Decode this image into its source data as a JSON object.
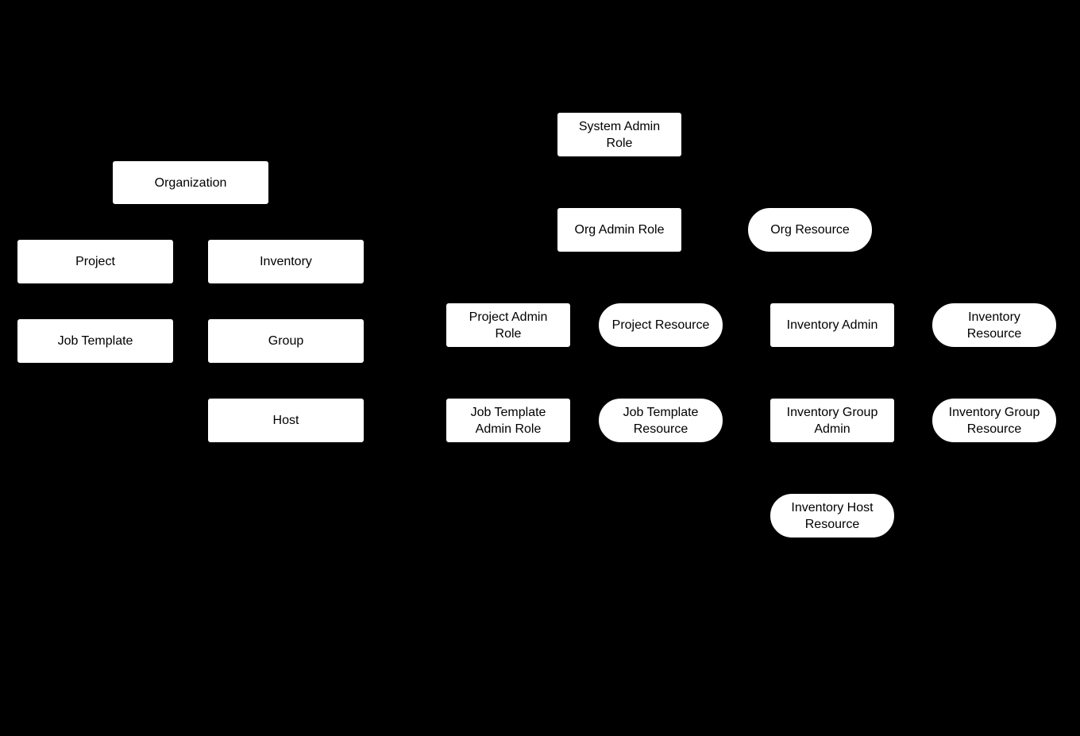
{
  "colors": {
    "background": "#000000",
    "node_fill": "#ffffff",
    "node_text": "#000000"
  },
  "nodes": {
    "organization": {
      "label": "Organization",
      "shape": "rectangle"
    },
    "project": {
      "label": "Project",
      "shape": "rectangle"
    },
    "inventory": {
      "label": "Inventory",
      "shape": "rectangle"
    },
    "job_template": {
      "label": "Job Template",
      "shape": "rectangle"
    },
    "group": {
      "label": "Group",
      "shape": "rectangle"
    },
    "host": {
      "label": "Host",
      "shape": "rectangle"
    },
    "system_admin_role": {
      "label": "System Admin\nRole",
      "shape": "rectangle"
    },
    "org_admin_role": {
      "label": "Org Admin Role",
      "shape": "rectangle"
    },
    "org_resource": {
      "label": "Org Resource",
      "shape": "pill"
    },
    "project_admin_role": {
      "label": "Project Admin\nRole",
      "shape": "rectangle"
    },
    "project_resource": {
      "label": "Project Resource",
      "shape": "pill"
    },
    "inventory_admin": {
      "label": "Inventory Admin",
      "shape": "rectangle"
    },
    "inventory_resource": {
      "label": "Inventory\nResource",
      "shape": "pill"
    },
    "job_template_admin_role": {
      "label": "Job Template\nAdmin Role",
      "shape": "rectangle"
    },
    "job_template_resource": {
      "label": "Job Template\nResource",
      "shape": "pill"
    },
    "inventory_group_admin": {
      "label": "Inventory Group\nAdmin",
      "shape": "rectangle"
    },
    "inventory_group_resource": {
      "label": "Inventory Group\nResource",
      "shape": "pill"
    },
    "inventory_host_resource": {
      "label": "Inventory Host\nResource",
      "shape": "pill"
    }
  }
}
